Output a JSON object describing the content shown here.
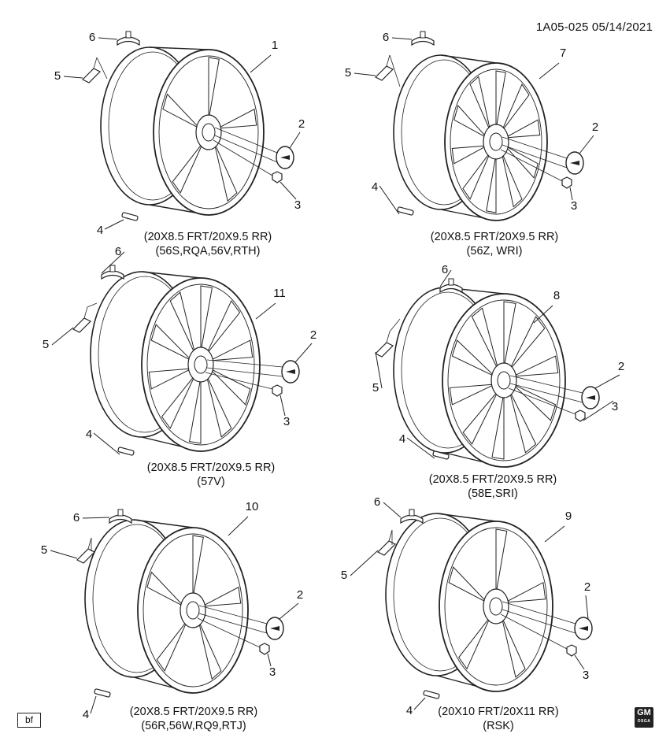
{
  "header": {
    "code": "1A05-025 05/14/2021"
  },
  "panels": [
    {
      "wheel_callout": "1",
      "caption": {
        "size": "(20X8.5 FRT/20X9.5 RR)",
        "codes": "(56S,RQA,56V,RTH)"
      }
    },
    {
      "wheel_callout": "7",
      "caption": {
        "size": "(20X8.5 FRT/20X9.5 RR)",
        "codes": "(56Z, WRI)"
      }
    },
    {
      "wheel_callout": "11",
      "caption": {
        "size": "(20X8.5 FRT/20X9.5 RR)",
        "codes": "(57V)"
      }
    },
    {
      "wheel_callout": "8",
      "caption": {
        "size": "(20X8.5 FRT/20X9.5 RR)",
        "codes": "(58E,SRI)"
      }
    },
    {
      "wheel_callout": "10",
      "caption": {
        "size": "(20X8.5 FRT/20X9.5 RR)",
        "codes": "(56R,56W,RQ9,RTJ)"
      }
    },
    {
      "wheel_callout": "9",
      "caption": {
        "size": "(20X10 FRT/20X11 RR)",
        "codes": "(RSK)"
      }
    }
  ],
  "callouts": {
    "center_cap": "2",
    "lug_nut": "3",
    "valve_stem": "4",
    "label": "5",
    "balance_weight": "6"
  },
  "footer": {
    "box_label": "bf",
    "logo_text": "GM",
    "logo_sub": "OSGA"
  },
  "colors": {
    "line": "#222222",
    "paper": "#ffffff"
  }
}
